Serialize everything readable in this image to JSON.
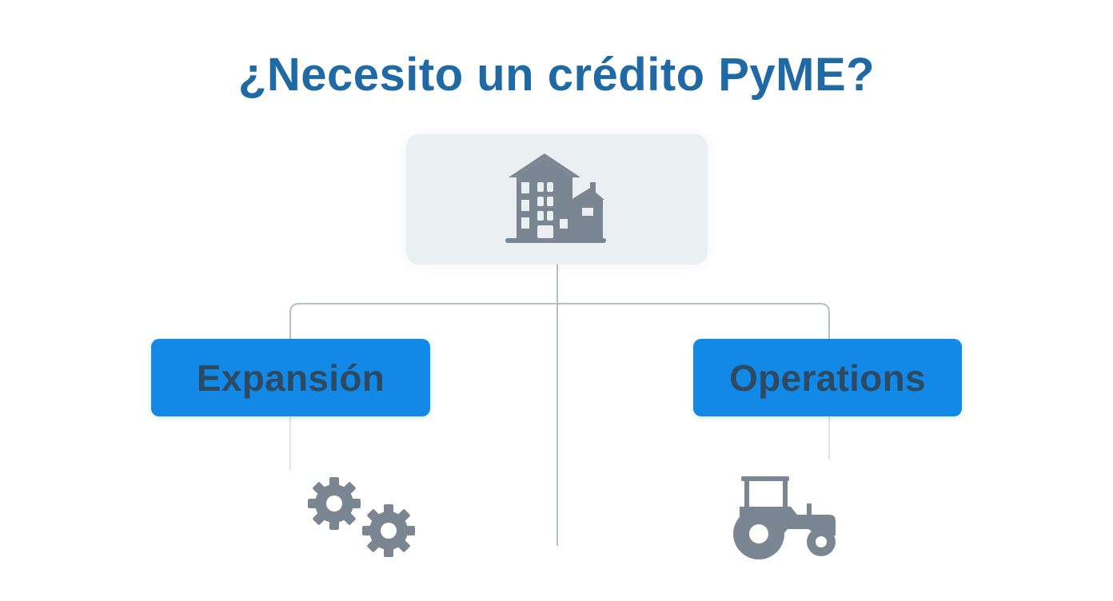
{
  "title": "¿Necesito un crédito PyME?",
  "root": {
    "icon": "building-icon"
  },
  "branches": [
    {
      "label": "Expansión",
      "icon": "gears-icon"
    },
    {
      "label": "Operations",
      "icon": "tractor-icon"
    }
  ],
  "colors": {
    "title": "#1f6aa5",
    "branch_fill": "#1289e6",
    "branch_text": "#2e4a63",
    "root_fill": "#eaeff1",
    "icon": "#7a8793",
    "connector": "#b7bfc5"
  }
}
